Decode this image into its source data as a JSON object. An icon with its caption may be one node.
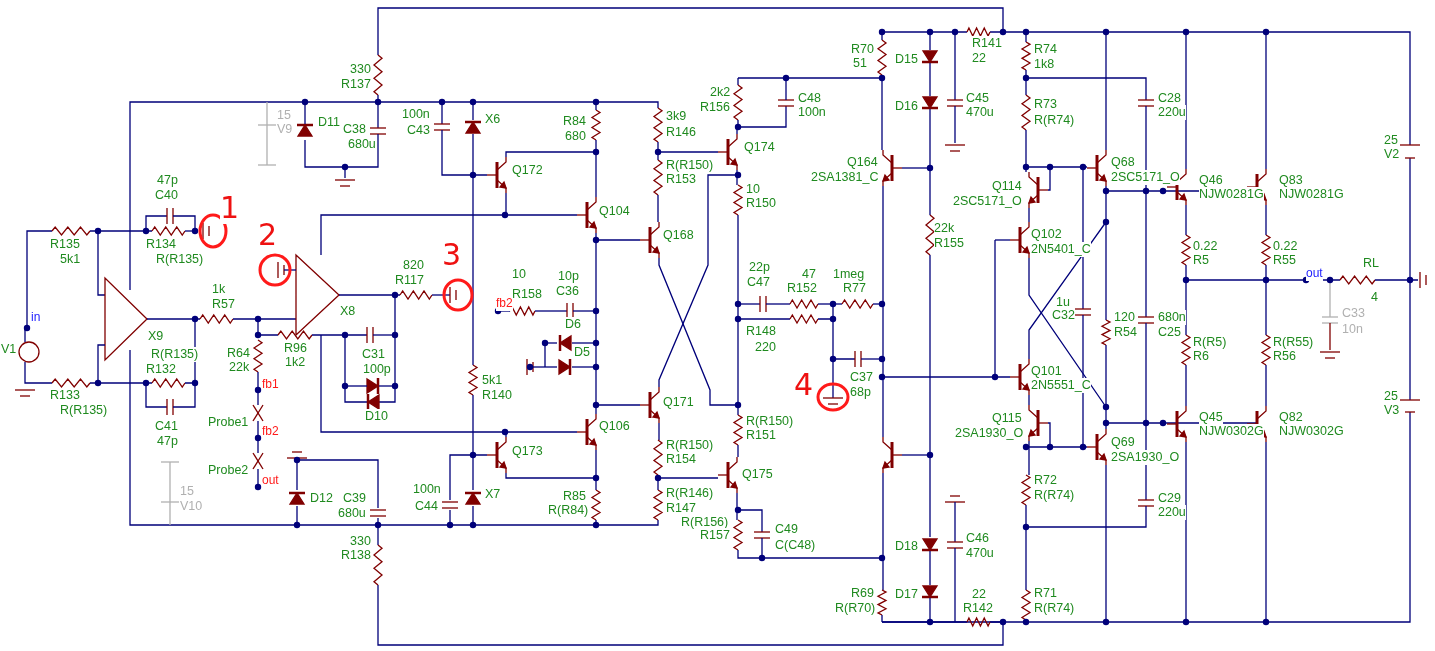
{
  "diagram": {
    "labels": [
      "330",
      "R137",
      "15",
      "V9",
      "D11",
      "C38",
      "680u",
      "100n",
      "C43",
      "X6",
      "R84",
      "680",
      "3k9",
      "R146",
      "2k2",
      "R156",
      "C48",
      "100n",
      "R70",
      "51",
      "D15",
      "D16",
      "R141",
      "22",
      "C45",
      "470u",
      "R74",
      "1k8",
      "R73",
      "R(R74)",
      "C28",
      "220u",
      "Q174",
      "Q164",
      "2SA1381_C",
      "Q68",
      "2SC5171_O",
      "Q172",
      "R(R150)",
      "R153",
      "Q46",
      "NJW0281G",
      "Q83",
      "NJW0281G",
      "25",
      "V2",
      "Q114",
      "2SC5171_O",
      "10",
      "R150",
      "47p",
      "C40",
      "1",
      "Q104",
      "2",
      "22k",
      "R155",
      "Q168",
      "Q102",
      "2N5401_C",
      "R135",
      "5k1",
      "R134",
      "R(R135)",
      "0.22",
      "R5",
      "0.22",
      "R55",
      "3",
      "820",
      "R117",
      "RL",
      "22p",
      "C47",
      "47",
      "R152",
      "1meg",
      "R77",
      "out",
      "10",
      "R158",
      "10p",
      "C36",
      "1k",
      "R57",
      "4",
      "fb2",
      "1u",
      "C32",
      "X8",
      "C33",
      "10n",
      "120",
      "R54",
      "680n",
      "C25",
      "in",
      "D6",
      "R148",
      "220",
      "X9",
      "R(R135)",
      "R64",
      "R96",
      "C31",
      "V1",
      "D5",
      "R(R5)",
      "R(R55)",
      "R132",
      "22k",
      "1k2",
      "100p",
      "R6",
      "R56",
      "Q101",
      "2N5551_C",
      "5k1",
      "4",
      "C37",
      "68p",
      "fb1",
      "R133",
      "R140",
      "25",
      "V3",
      "Q171",
      "R(R135)",
      "D10",
      "Q115",
      "Q45",
      "Q82",
      "R(R150)",
      "Probe1",
      "Q106",
      "C41",
      "fb2",
      "2SA1930_O",
      "NJW0302G",
      "NJW0302G",
      "R151",
      "47p",
      "Q69",
      "R(R150)",
      "Q173",
      "2SA1930_O",
      "R154",
      "Probe2",
      "Q175",
      "out",
      "R72",
      "15",
      "100n",
      "R(R146)",
      "X7",
      "R(R74)",
      "R85",
      "D12",
      "C39",
      "C29",
      "V10",
      "C44",
      "R147",
      "R(R84)",
      "680u",
      "220u",
      "R(R156)",
      "C49",
      "R157",
      "C46",
      "330",
      "C(C48)",
      "D18",
      "470u",
      "R138",
      "R69",
      "D17",
      "22",
      "R71",
      "R(R70)",
      "R142",
      "R(R74)"
    ]
  }
}
